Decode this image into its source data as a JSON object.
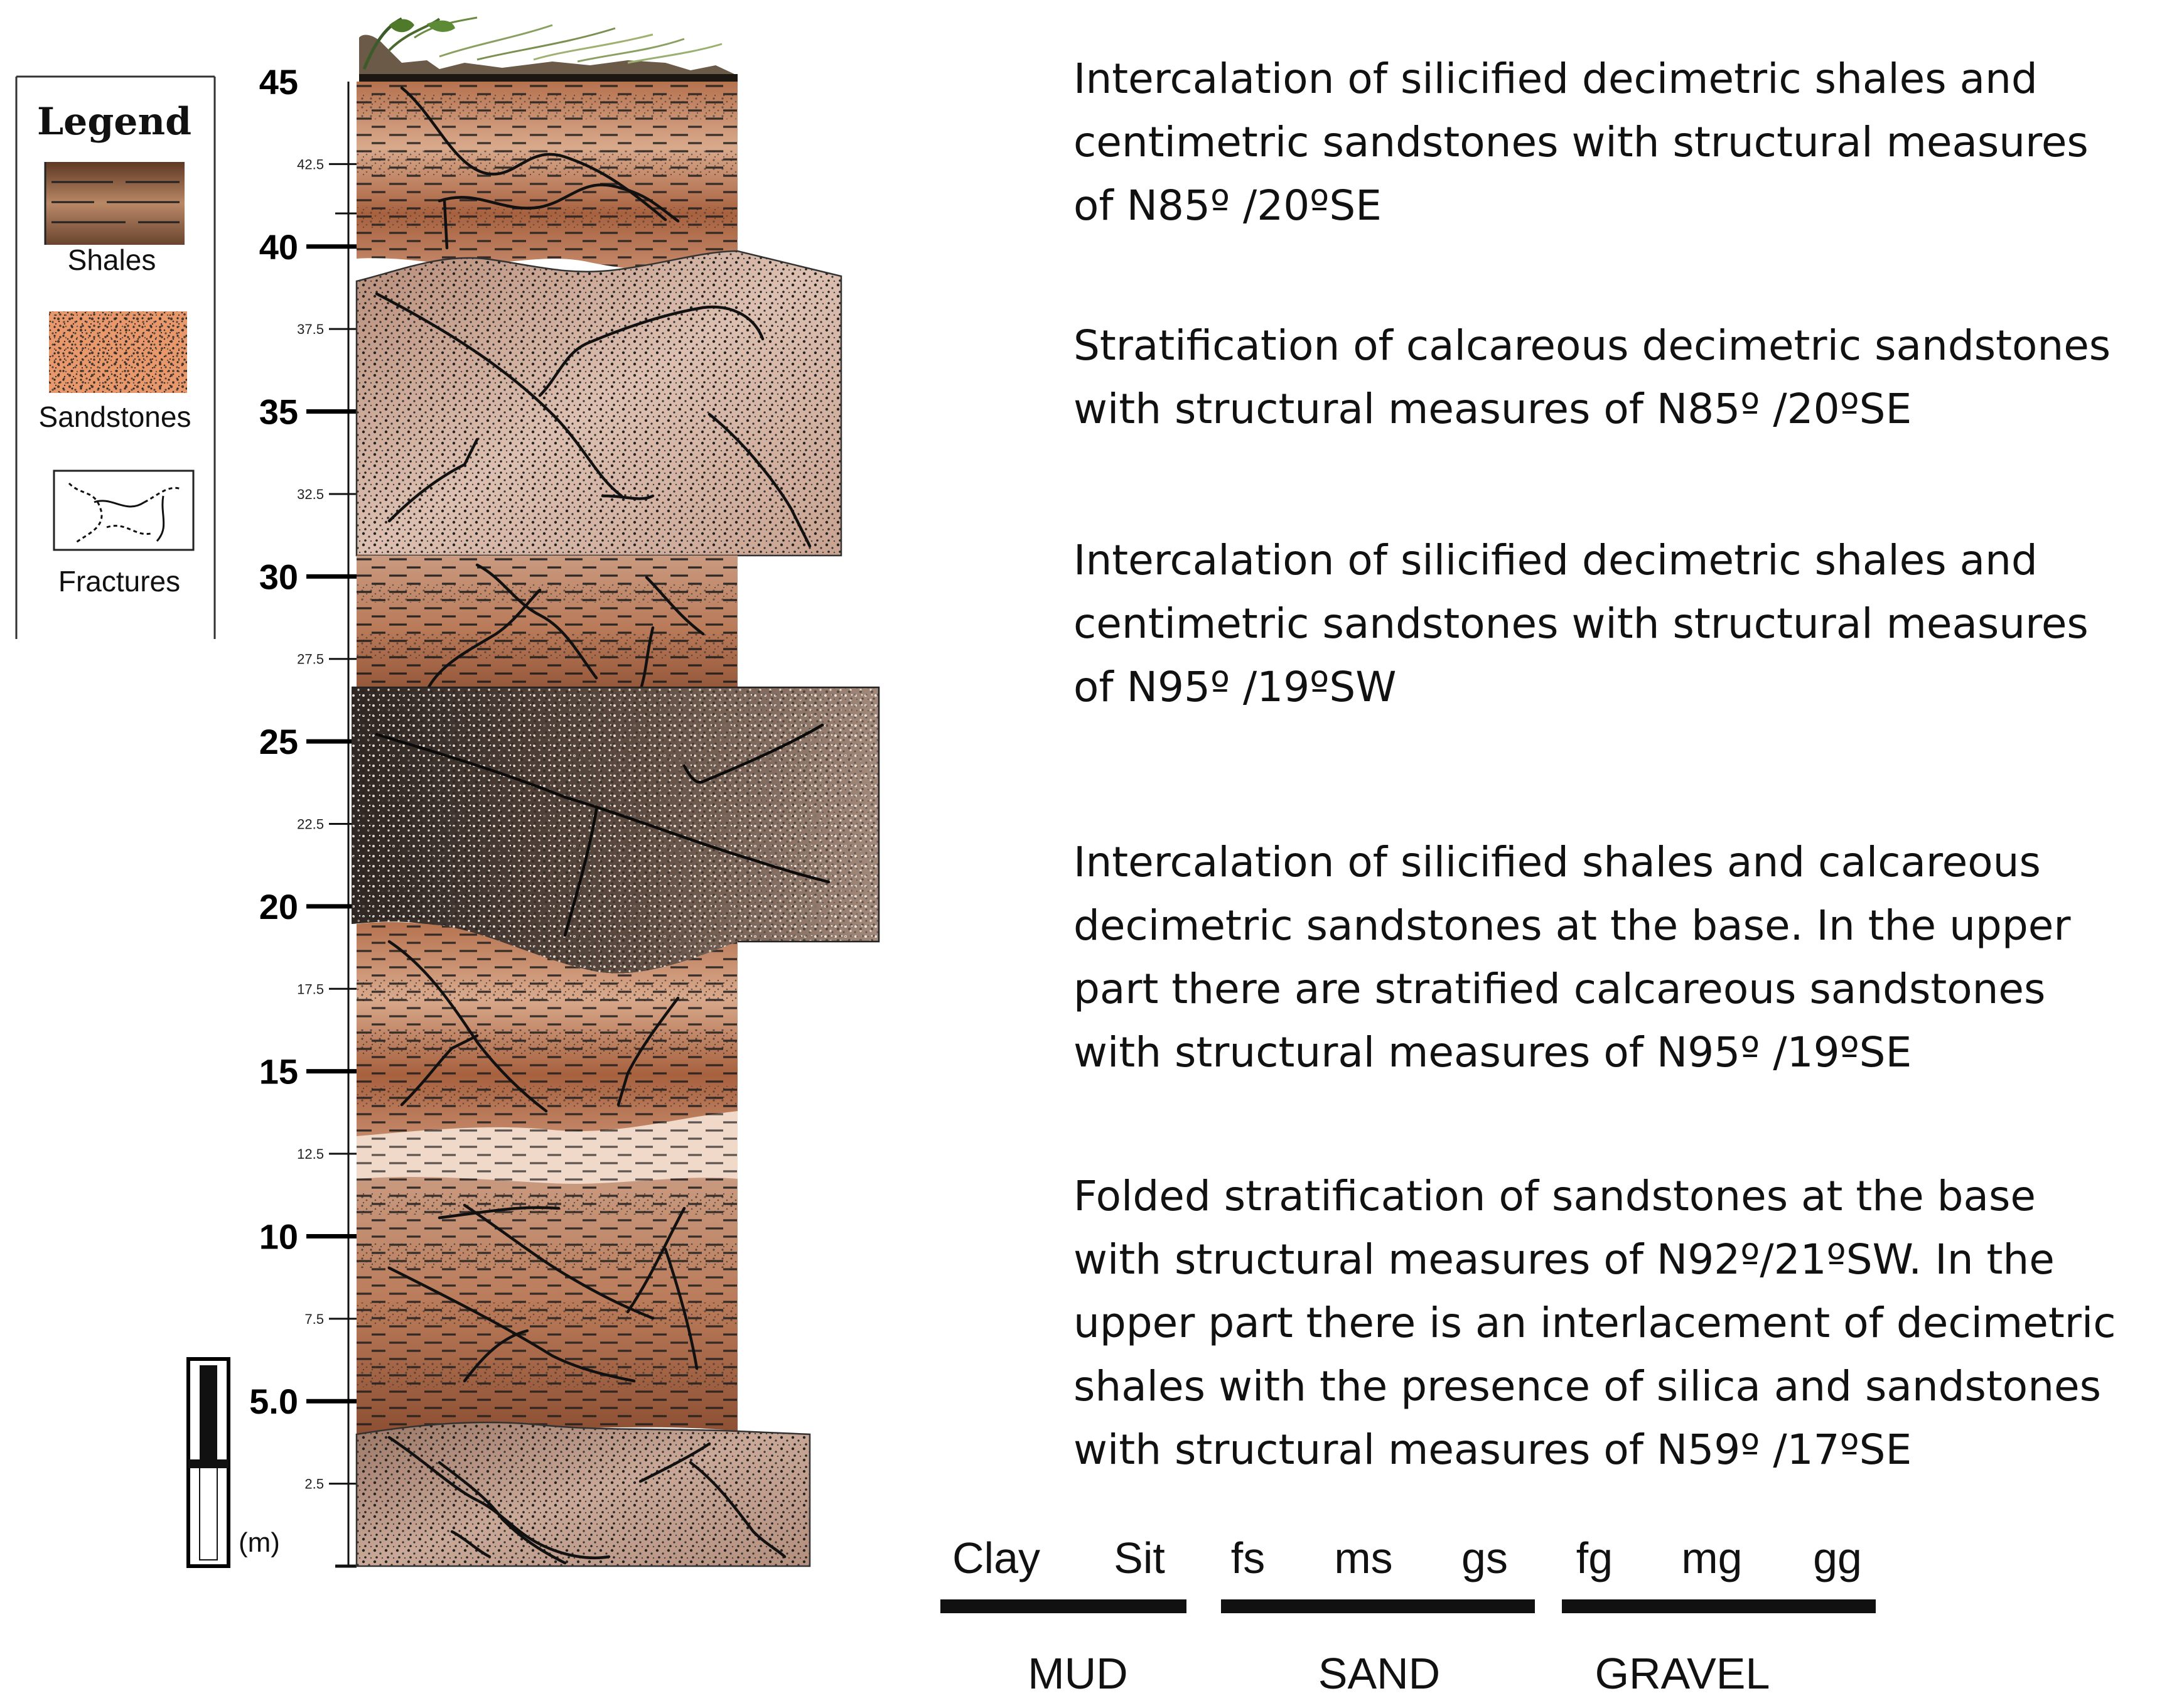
{
  "legend": {
    "title": "Legend",
    "items": [
      {
        "label": "Shales",
        "icon": "shale-pattern-icon"
      },
      {
        "label": "Sandstones",
        "icon": "sandstone-pattern-icon"
      },
      {
        "label": "Fractures",
        "icon": "fracture-pattern-icon"
      }
    ]
  },
  "depth_axis": {
    "major_ticks": [
      "45",
      "40",
      "35",
      "30",
      "25",
      "20",
      "15",
      "10",
      "5.0"
    ],
    "minor_ticks": [
      "42.5",
      "37.5",
      "32.5",
      "27.5",
      "22.5",
      "17.5",
      "12.5",
      "7.5",
      "2.5"
    ],
    "unit_label": "(m)"
  },
  "descriptions": [
    {
      "lines": [
        "Intercalation of silicified decimetric shales and",
        "centimetric sandstones with structural measures",
        "of N85º /20ºSE"
      ]
    },
    {
      "lines": [
        "Stratification of calcareous decimetric sandstones",
        "with structural measures of N85º /20ºSE"
      ]
    },
    {
      "lines": [
        "Intercalation of silicified decimetric shales and",
        "centimetric sandstones with structural  measures",
        "of N95º /19ºSW"
      ]
    },
    {
      "lines": [
        "Intercalation  of silicified shales and calcareous",
        "decimetric sandstones at the base. In the upper",
        "part there are stratified calcareous sandstones",
        "with structural measures of N95º /19ºSE"
      ]
    },
    {
      "lines": [
        "Folded stratification of sandstones at the base",
        "with structural measures of N92º/21ºSW. In the",
        "upper part there is an interlacement of decimetric",
        "shales with the presence of silica and sandstones",
        "with structural measures of N59º /17ºSE"
      ]
    }
  ],
  "grain_size_scale": {
    "classes": [
      "Clay",
      "Sit",
      "fs",
      "ms",
      "gs",
      "fg",
      "mg",
      "gg"
    ],
    "groups": [
      "MUD",
      "SAND",
      "GRAVEL"
    ]
  },
  "colors": {
    "shale_dark": "#9a5a3e",
    "shale_light": "#e3c2ae",
    "sandstone_light": "#d8b6a6",
    "sandstone_dark": "#4a3a34",
    "legend_sand": "#e8986a"
  }
}
